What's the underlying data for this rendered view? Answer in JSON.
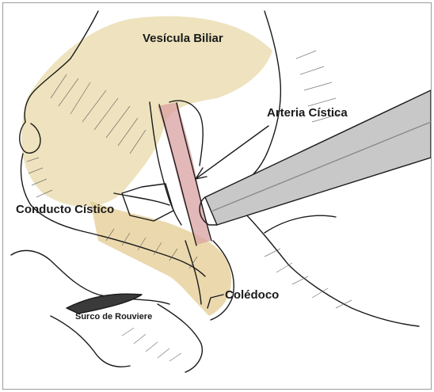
{
  "labels": {
    "vesicula": "Vesícula Biliar",
    "arteria": "Arteria Cística",
    "conducto": "Conducto Cístico",
    "coledoco": "Colédoco",
    "surco": "Surco de Rouviere"
  },
  "colors": {
    "ink": "#1a1a1a",
    "gallbladder_wash": "#e8d9a8",
    "bile_duct_wash": "#e2c98a",
    "artery_wash": "#d9a0a0",
    "instrument_fill": "#c8c8c8",
    "frame_border": "#9a9a9a"
  }
}
